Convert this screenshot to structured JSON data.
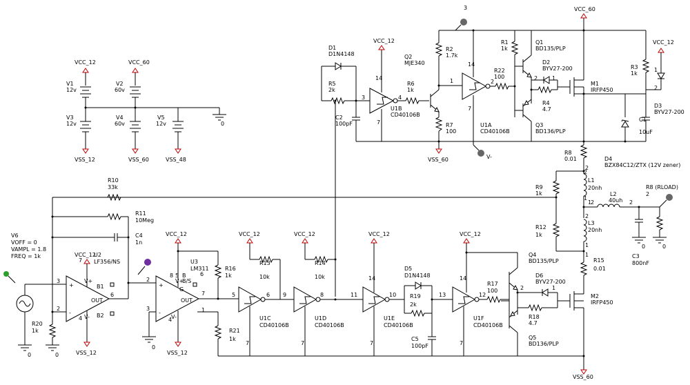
{
  "rails": {
    "vcc12": "VCC_12",
    "vcc60": "VCC_60",
    "vss12": "VSS_12",
    "vss60": "VSS_60",
    "vss48": "VSS_48"
  },
  "sources": {
    "v1": {
      "name": "V1",
      "value": "12v"
    },
    "v2": {
      "name": "V2",
      "value": "60v"
    },
    "v3": {
      "name": "V3",
      "value": "12v"
    },
    "v4": {
      "name": "V4",
      "value": "60v"
    },
    "v5": {
      "name": "V5",
      "value": "12v"
    },
    "v6": {
      "name": "V6",
      "voff": "VOFF = 0",
      "vampl": "VAMPL = 1.8",
      "freq": "FREQ = 1k"
    }
  },
  "parts": {
    "r1": {
      "name": "R1",
      "value": "1k"
    },
    "r2": {
      "name": "R2",
      "value": "1.7k"
    },
    "r3": {
      "name": "R3",
      "value": "1k"
    },
    "r4": {
      "name": "R4",
      "value": "4.7"
    },
    "r5": {
      "name": "R5",
      "value": "2k"
    },
    "r6": {
      "name": "R6",
      "value": "1k"
    },
    "r7": {
      "name": "R7",
      "value": "100"
    },
    "r8": {
      "name": "R8",
      "value": "0.01"
    },
    "r8l": {
      "name": "R8 (RLOAD)",
      "value": "2"
    },
    "r9": {
      "name": "R9",
      "value": "1k"
    },
    "r10": {
      "name": "R10",
      "value": "33k"
    },
    "r11": {
      "name": "R11",
      "value": "10Meg"
    },
    "r12": {
      "name": "R12",
      "value": "1k"
    },
    "r13": {
      "name": "R13",
      "value": "10k"
    },
    "r14": {
      "name": "R14",
      "value": "10k"
    },
    "r15": {
      "name": "R15",
      "value": "0.01"
    },
    "r16": {
      "name": "R16",
      "value": "1k"
    },
    "r17": {
      "name": "R17",
      "value": "100"
    },
    "r18": {
      "name": "R18",
      "value": "4.7"
    },
    "r19": {
      "name": "R19",
      "value": "2k"
    },
    "r20": {
      "name": "R20",
      "value": "1k"
    },
    "r21": {
      "name": "R21",
      "value": "1k"
    },
    "r22": {
      "name": "R22",
      "value": "100"
    },
    "c1": {
      "name": "C1",
      "value": "10uF"
    },
    "c2": {
      "name": "C2",
      "value": "100pF"
    },
    "c3": {
      "name": "C3",
      "value": "800nF"
    },
    "c4": {
      "name": "C4",
      "value": "1n"
    },
    "c5": {
      "name": "C5",
      "value": "100pF"
    },
    "l1": {
      "name": "L1",
      "value": "20nh"
    },
    "l2": {
      "name": "L2",
      "value": "40uh"
    },
    "l3": {
      "name": "L3",
      "value": "20nh"
    },
    "d1": {
      "name": "D1",
      "value": "D1N4148"
    },
    "d2": {
      "name": "D2",
      "value": "BYV27-200"
    },
    "d3": {
      "name": "D3",
      "value": "BYV27-200"
    },
    "d4": {
      "name": "D4",
      "value": "BZX84C12/ZTX (12V zener)"
    },
    "d5": {
      "name": "D5",
      "value": "D1N4148"
    },
    "d6": {
      "name": "D6",
      "value": "BYV27-200"
    },
    "q1": {
      "name": "Q1",
      "value": "BD135/PLP"
    },
    "q2": {
      "name": "Q2",
      "value": "MJE340"
    },
    "q3": {
      "name": "Q3",
      "value": "BD136/PLP"
    },
    "q4": {
      "name": "Q4",
      "value": "BD135/PLP"
    },
    "q5": {
      "name": "Q5",
      "value": "BD136/PLP"
    },
    "m1": {
      "name": "M1",
      "value": "IRFP450"
    },
    "m2": {
      "name": "M2",
      "value": "IRFP450"
    },
    "u1a": {
      "name": "U1A",
      "value": "CD40106B"
    },
    "u1b": {
      "name": "U1B",
      "value": "CD40106B"
    },
    "u1c": {
      "name": "U1C",
      "value": "CD40106B"
    },
    "u1d": {
      "name": "U1D",
      "value": "CD40106B"
    },
    "u1e": {
      "name": "U1E",
      "value": "CD40106B"
    },
    "u1f": {
      "name": "U1F",
      "value": "CD40106B"
    },
    "u2": {
      "name": "U2",
      "value": "LF356/NS"
    },
    "u3": {
      "name": "U3",
      "value": "LM311"
    }
  },
  "pins": {
    "u2_vp": "V+",
    "u2_vm": "V-",
    "u2_b1": "B1",
    "u2_b2": "B2",
    "u2_out": "OUT",
    "u3_vp": "V+",
    "u3_vm": "V-",
    "u3_gnd": "G",
    "u3_bs": "B/S",
    "u3_b": "B",
    "u3_out": "OUT",
    "u2_n2": "2",
    "u2_n3": "3",
    "u2_n4": "4",
    "u2_n6": "6",
    "u2_n7": "7",
    "u3_n2": "2",
    "u3_n3": "3",
    "u3_n4": "4",
    "u3_n5": "5",
    "u3_n6": "6",
    "u3_n7": "7",
    "u3_n8": "8",
    "u3_n1": "1",
    "u1a_in": "1",
    "u1a_out": "2",
    "u1a_vdd": "14",
    "u1a_vss": "7",
    "u1b_in": "3",
    "u1b_out": "4",
    "u1b_vdd": "14",
    "u1b_vss": "7",
    "u1c_in": "5",
    "u1c_out": "6",
    "u1c_vss": "7",
    "u1d_in": "9",
    "u1d_out": "8",
    "u1d_vss": "7",
    "u1e_in": "11",
    "u1e_out": "10",
    "u1e_vdd": "14",
    "u1e_vss": "7",
    "u1f_in": "13",
    "u1f_out": "12",
    "u1f_vdd": "14",
    "u1f_vss": "7",
    "q_2a": "2",
    "q_1a": "1",
    "q_2b": "2",
    "q_1b": "1",
    "d3_1": "1",
    "d3_2": "2",
    "l_2a": "2",
    "l_1a": "1",
    "l_2b": "2",
    "l_1b": "1",
    "l_2c": "2",
    "l_1c": "1",
    "l2_1": "1",
    "l2_2": "2",
    "r15_1": "1",
    "r8_2": "2",
    "probe_top": "V-"
  },
  "grounds": {
    "g0": "0"
  }
}
